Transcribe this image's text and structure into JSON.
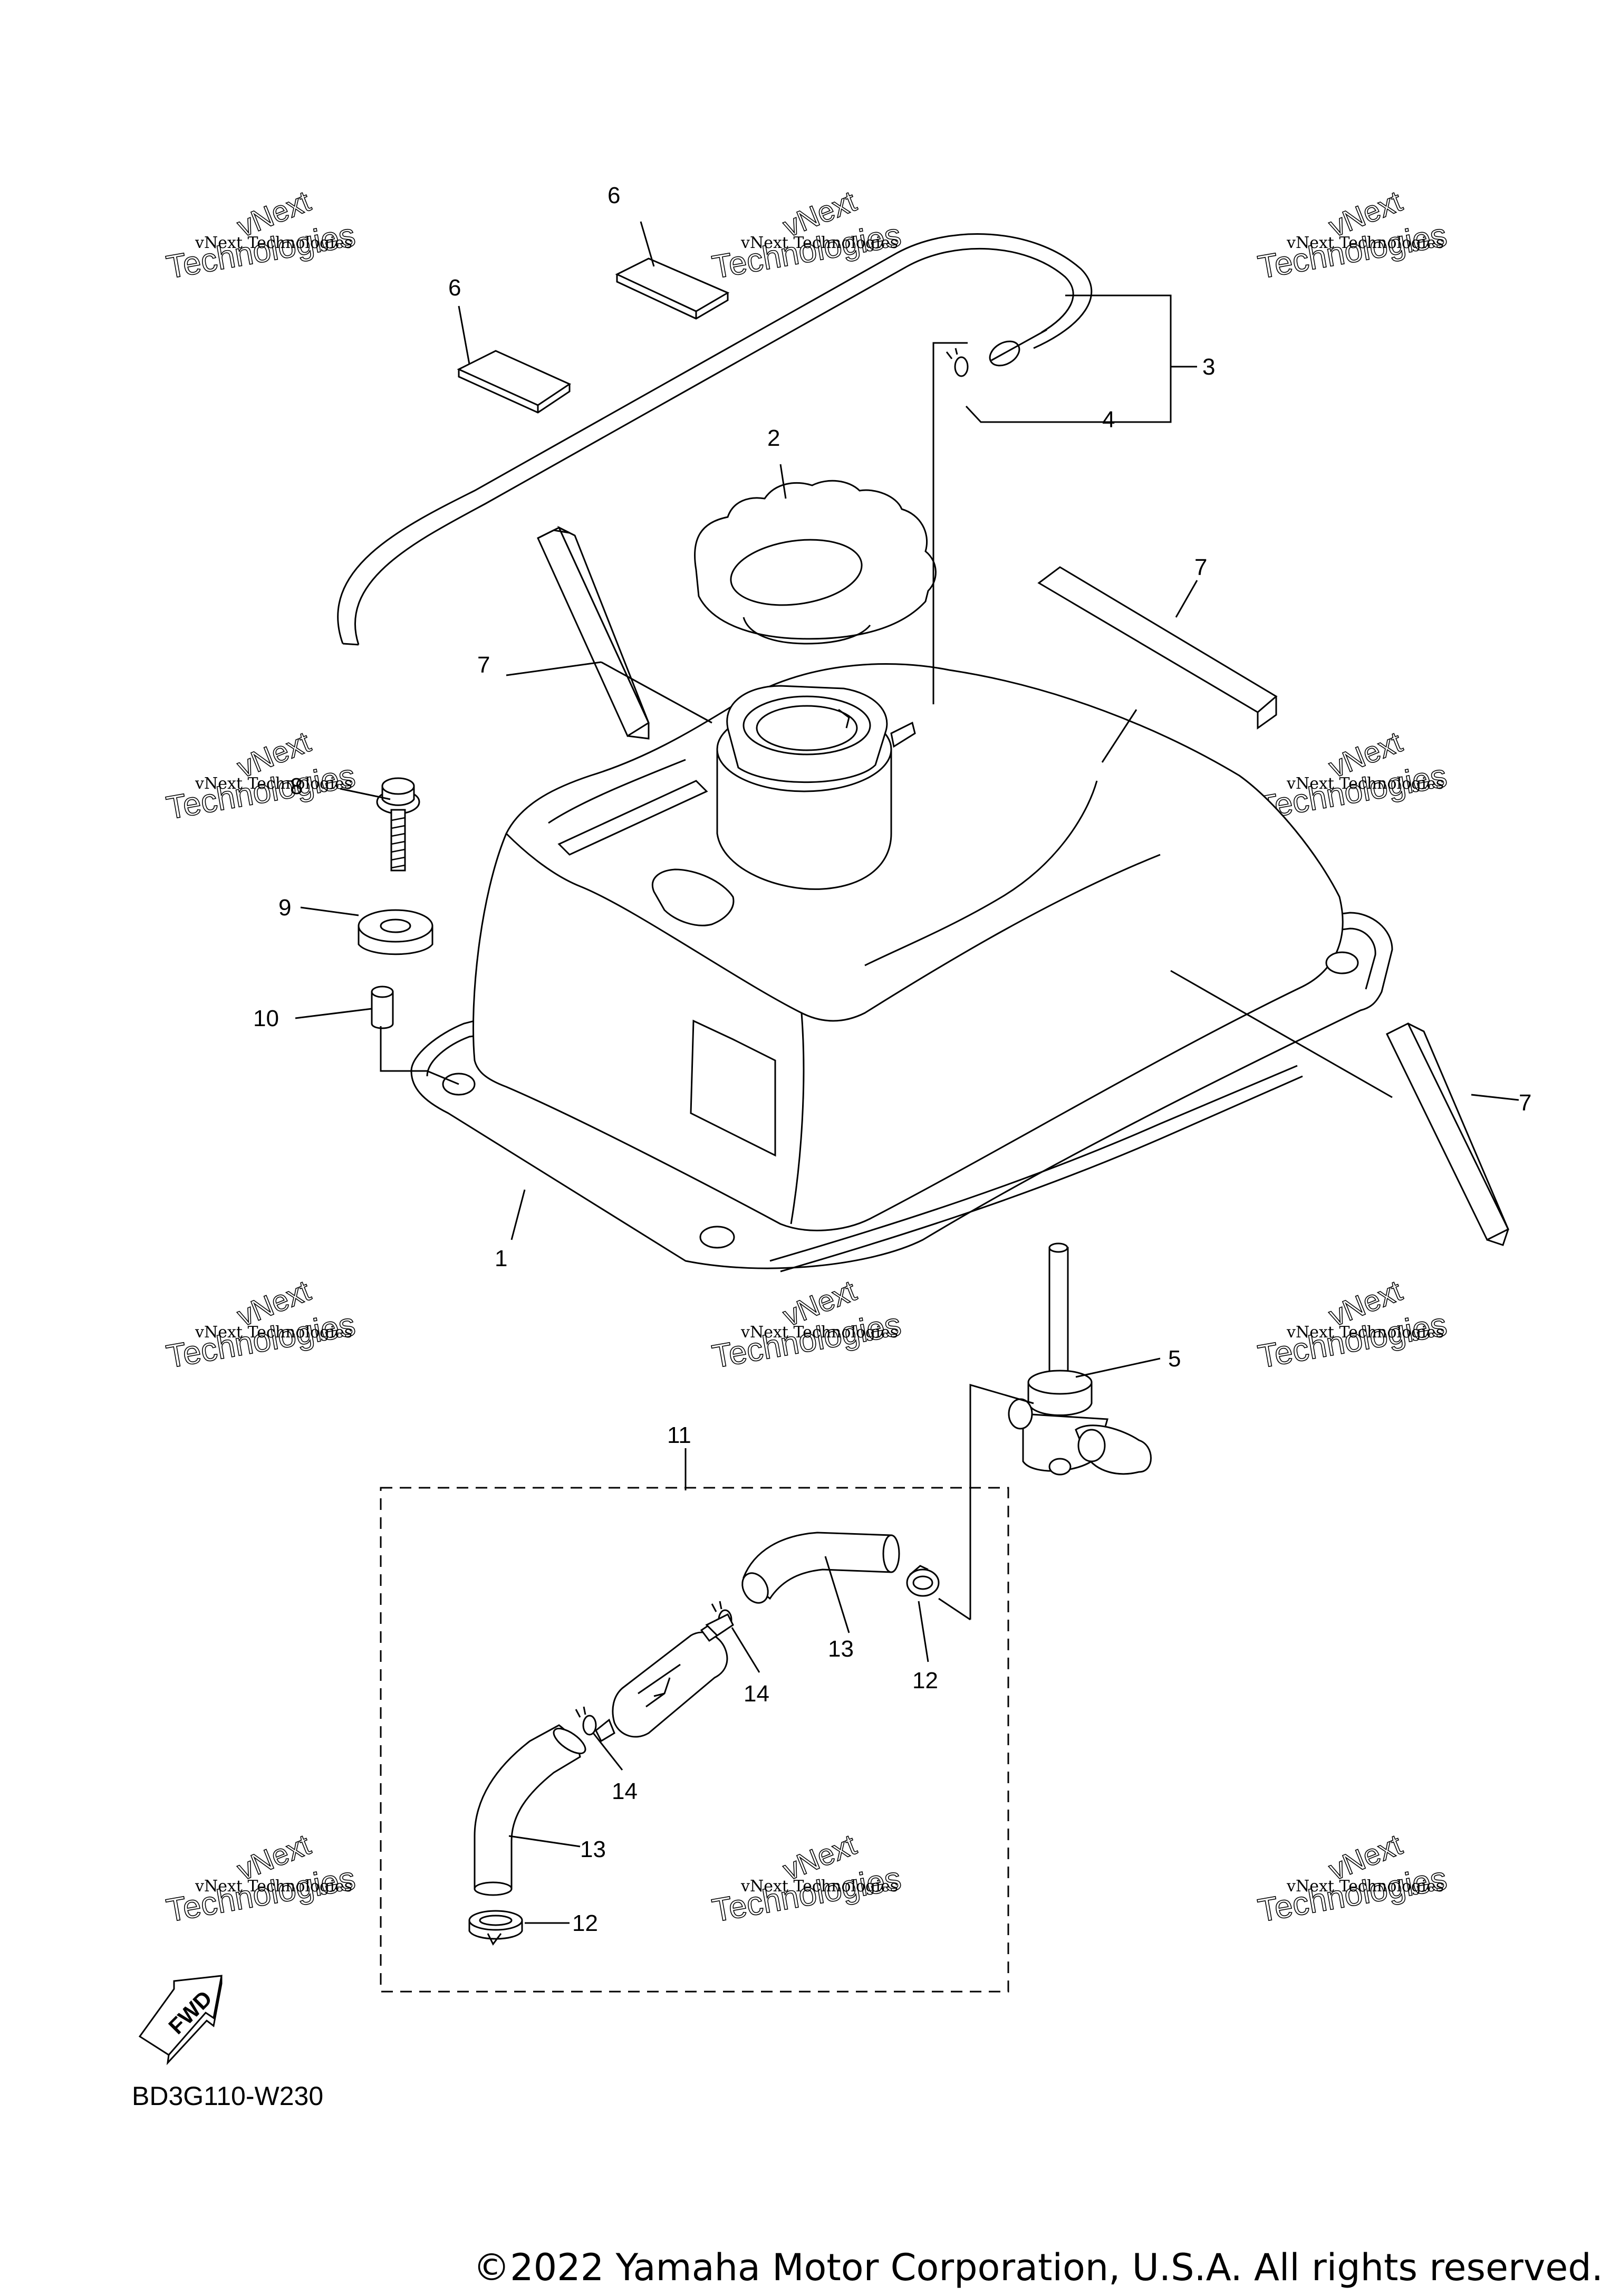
{
  "watermark": {
    "line1": "vNext Technologies",
    "line2": "Technologies",
    "line3": "vNext"
  },
  "labels": {
    "p1": "1",
    "p2": "2",
    "p3": "3",
    "p4": "4",
    "p5": "5",
    "p6a": "6",
    "p6b": "6",
    "p7a": "7",
    "p7b": "7",
    "p7c": "7",
    "p8": "8",
    "p9": "9",
    "p10": "10",
    "p11": "11",
    "p12a": "12",
    "p12b": "12",
    "p13a": "13",
    "p13b": "13",
    "p14a": "14",
    "p14b": "14"
  },
  "fwd_label": "FWD",
  "diagram_code": "BD3G110-W230",
  "copyright": "©2022 Yamaha Motor Corporation, U.S.A. All rights reserved."
}
